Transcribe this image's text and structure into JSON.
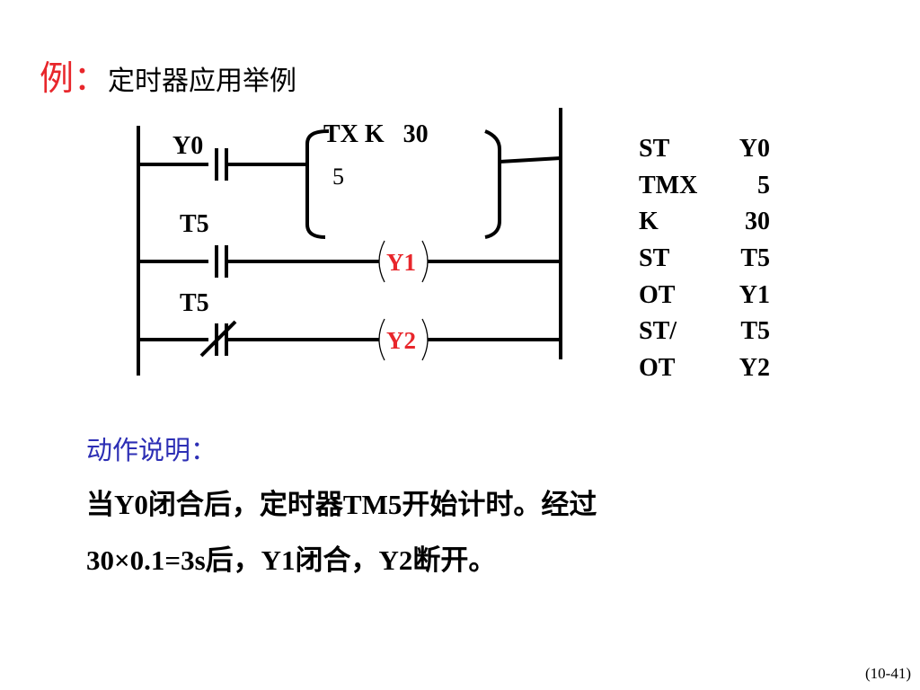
{
  "title": {
    "prefix": "例：",
    "text": "定时器应用举例"
  },
  "ladder": {
    "rung1_contact": "Y0",
    "timer_line1": "TX K   30",
    "timer_line2": "5",
    "rung2_contact": "T5",
    "rung2_coil": "Y1",
    "rung3_contact": "T5",
    "rung3_coil": "Y2",
    "coil_color": "#e8262b"
  },
  "instruction_list": [
    {
      "op": "ST",
      "arg": "Y0"
    },
    {
      "op": "TMX",
      "arg": "5"
    },
    {
      "op": "K",
      "arg": "30"
    },
    {
      "op": "ST",
      "arg": "T5"
    },
    {
      "op": "OT",
      "arg": "Y1"
    },
    {
      "op": "ST/",
      "arg": "T5"
    },
    {
      "op": "OT",
      "arg": "Y2"
    }
  ],
  "description": {
    "heading": "动作说明：",
    "line1": "当Y0闭合后，定时器TM5开始计时。经过",
    "line2": "30×0.1=3s后，Y1闭合，Y2断开。"
  },
  "page_number": "(10-41)"
}
